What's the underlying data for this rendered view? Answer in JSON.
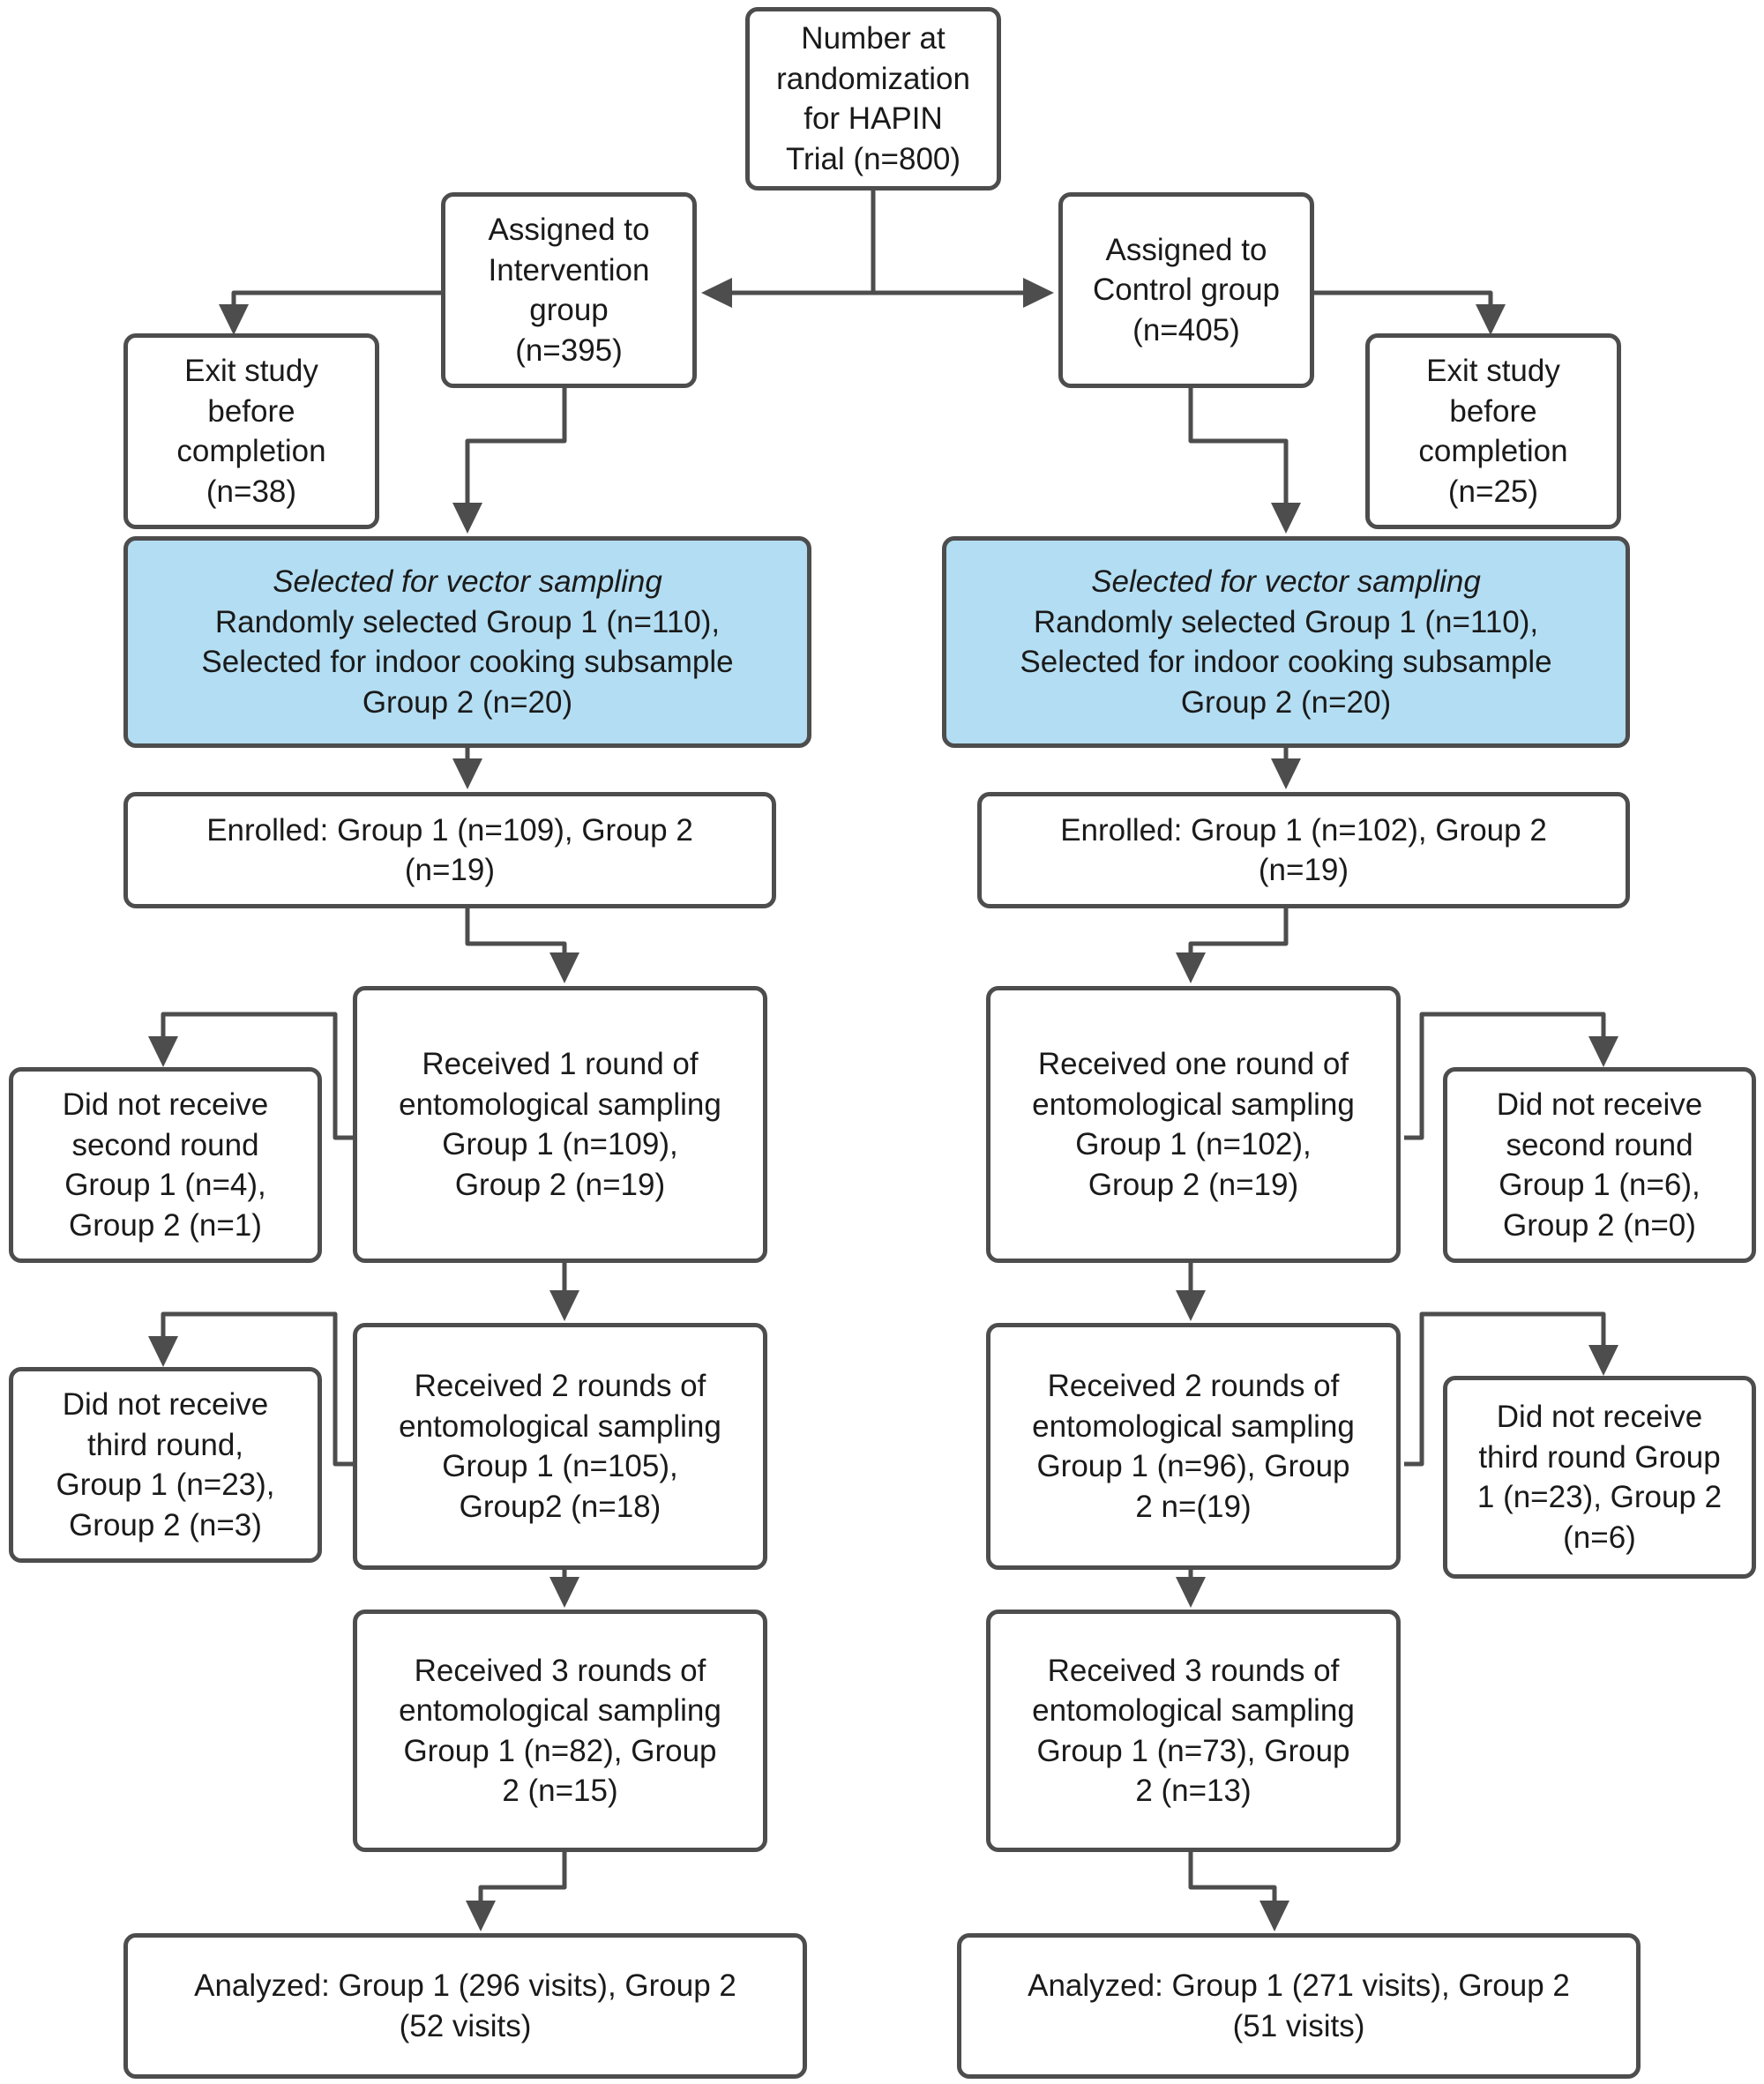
{
  "diagram": {
    "title": "HAPIN Trial vector sampling CONSORT flow diagram",
    "accent_color": "#b3ddf2",
    "line_color": "#4d4d4d",
    "text_color": "#1a1a1a"
  },
  "nodes": {
    "randomization": "Number at\nrandomization\nfor HAPIN\nTrial (n=800)",
    "intervention_group": "Assigned to\nIntervention\ngroup\n(n=395)",
    "control_group": "Assigned to\nControl group\n(n=405)",
    "exit_left": "Exit study\nbefore\ncompletion\n(n=38)",
    "exit_right": "Exit study\nbefore\ncompletion\n(n=25)",
    "selected_left_head": "Selected for vector sampling",
    "selected_left_body": "Randomly selected Group 1 (n=110),\nSelected for indoor cooking subsample\nGroup 2 (n=20)",
    "selected_right_head": "Selected for vector sampling",
    "selected_right_body": "Randomly selected Group 1 (n=110),\nSelected for indoor cooking subsample\nGroup 2 (n=20)",
    "enrolled_left": "Enrolled: Group 1 (n=109), Group 2\n(n=19)",
    "enrolled_right": "Enrolled: Group 1 (n=102), Group 2\n(n=19)",
    "round1_left": "Received 1 round of\nentomological sampling\nGroup 1 (n=109),\nGroup 2 (n=19)",
    "round1_right": "Received one round of\nentomological sampling\nGroup 1 (n=102),\nGroup 2 (n=19)",
    "no_second_left": "Did not receive\nsecond round\nGroup 1 (n=4),\nGroup 2 (n=1)",
    "no_second_right": "Did not receive\nsecond round\nGroup 1 (n=6),\nGroup 2 (n=0)",
    "round2_left": "Received 2 rounds of\nentomological sampling\nGroup 1 (n=105),\nGroup2 (n=18)",
    "round2_right": "Received 2 rounds of\nentomological sampling\nGroup 1 (n=96), Group\n2 n=(19)",
    "no_third_left": "Did not receive\nthird round,\nGroup 1 (n=23),\nGroup 2 (n=3)",
    "no_third_right": "Did not receive\nthird round Group\n1 (n=23), Group 2\n(n=6)",
    "round3_left": "Received 3 rounds of\nentomological sampling\nGroup 1 (n=82), Group\n2 (n=15)",
    "round3_right": "Received 3 rounds of\nentomological sampling\nGroup 1 (n=73), Group\n2 (n=13)",
    "analyzed_left": "Analyzed: Group 1 (296 visits), Group 2\n(52 visits)",
    "analyzed_right": "Analyzed: Group 1 (271 visits), Group 2\n(51 visits)"
  }
}
